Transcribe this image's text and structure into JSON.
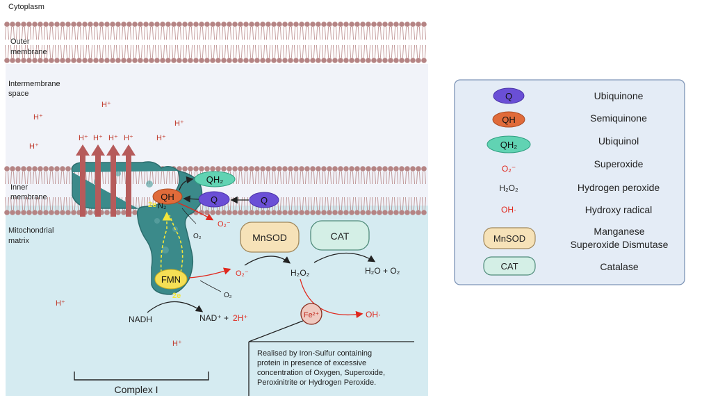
{
  "regions": {
    "cytoplasm": "Cytoplasm",
    "outer_membrane": [
      "Outer",
      "membrane"
    ],
    "intermembrane_space": [
      "Intermembrane",
      "space"
    ],
    "inner_membrane": [
      "Inner",
      "membrane"
    ],
    "matrix": [
      "Mitochondrial",
      "matrix"
    ]
  },
  "protons": {
    "label": "H⁺"
  },
  "complex": {
    "label": "Complex I",
    "qh": "QH",
    "n2": "N₂",
    "twoe_top": "2e",
    "fmn": "FMN",
    "twoe_bottom": "2e",
    "qh2": "QH₂",
    "q1": "Q",
    "q2": "Q"
  },
  "reactions": {
    "o2_top": "O₂",
    "superoxide_top": "O₂⁻",
    "o2_fmn": "O₂",
    "superoxide_fmn": "O₂⁻",
    "nadh": "NADH",
    "nad_plus": "NAD⁺ + ",
    "two_h_plus": "2H⁺",
    "mnsod": "MnSOD",
    "cat": "CAT",
    "h2o2": "H₂O₂",
    "products": "H₂O + O₂",
    "fe": "Fe²⁺",
    "oh": "OH·"
  },
  "note": {
    "lines": [
      "Realised by Iron-Sulfur containing",
      "protein in presence of excessive",
      "concentration of Oxygen, Superoxide,",
      "Peroxinitrite or Hydrogen Peroxide."
    ]
  },
  "legend": {
    "items": [
      {
        "symbol": "Q",
        "label": "Ubiquinone"
      },
      {
        "symbol": "QH",
        "label": "Semiquinone"
      },
      {
        "symbol": "QH₂",
        "label": "Ubiquinol"
      },
      {
        "symbol": "O₂⁻",
        "label": "Superoxide"
      },
      {
        "symbol": "H₂O₂",
        "label": "Hydrogen peroxide"
      },
      {
        "symbol": "OH·",
        "label": "Hydroxy radical"
      },
      {
        "symbol": "MnSOD",
        "label": "Manganese",
        "label2": "Superoxide Dismutase"
      },
      {
        "symbol": "CAT",
        "label": "Catalase"
      }
    ]
  },
  "colors": {
    "intermembrane": "#f1f3f9",
    "matrix": "#d5ebf1",
    "lipid": "#b58484",
    "complex": "#3b8a8a",
    "proton_arrow": "#b65b5b",
    "q": "#6a4fd6",
    "qh": "#e06b3a",
    "qh2": "#61d3b3",
    "mnsod": "#f6e2b8",
    "cat": "#d4efe6",
    "fmn": "#f5df55",
    "red": "#e0281d"
  }
}
